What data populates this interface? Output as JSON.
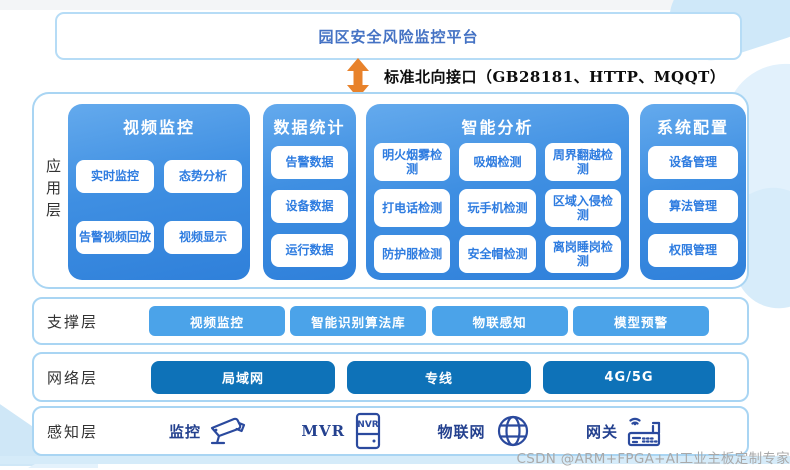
{
  "platform": {
    "title": "园区安全风险监控平台"
  },
  "north_interface": {
    "label": "标准北向接口（GB28181、HTTP、MQQT）"
  },
  "app_layer": {
    "label": "应用层",
    "groups": [
      {
        "title": "视频监控",
        "items": [
          "实时监控",
          "态势分析",
          "告警视频回放",
          "视频显示"
        ]
      },
      {
        "title": "数据统计",
        "items": [
          "告警数据",
          "设备数据",
          "运行数据"
        ]
      },
      {
        "title": "智能分析",
        "items": [
          "明火烟雾检测",
          "吸烟检测",
          "周界翻越检测",
          "打电话检测",
          "玩手机检测",
          "区域入侵检测",
          "防护服检测",
          "安全帽检测",
          "离岗睡岗检测"
        ]
      },
      {
        "title": "系统配置",
        "items": [
          "设备管理",
          "算法管理",
          "权限管理"
        ]
      }
    ]
  },
  "support_layer": {
    "label": "支撑层",
    "items": [
      "视频监控",
      "智能识别算法库",
      "物联感知",
      "模型预警"
    ]
  },
  "network_layer": {
    "label": "网络层",
    "items": [
      "局域网",
      "专线",
      "4G/5G"
    ]
  },
  "perception_layer": {
    "label": "感知层",
    "items": [
      {
        "label": "监控",
        "icon": "camera-icon"
      },
      {
        "label": "MVR",
        "icon": "nvr-icon",
        "icon_text": "NVR"
      },
      {
        "label": "物联网",
        "icon": "globe-icon"
      },
      {
        "label": "网关",
        "icon": "gateway-icon"
      }
    ]
  },
  "watermark": "CSDN @ARM+FPGA+AI工业主板定制专家",
  "colors": {
    "title_blue": "#4472c4",
    "group_gradient_top": "#64aaed",
    "group_gradient_bottom": "#2f80da",
    "chip_text_blue": "#2e7ce0",
    "support_button_blue": "#4ba3e9",
    "network_button_blue": "#0e72b8",
    "perception_navy": "#24418f",
    "border_light_blue": "#a9d5f3",
    "arrow_orange": "#e8822b",
    "watermark_gray": "#a9a9a9"
  }
}
